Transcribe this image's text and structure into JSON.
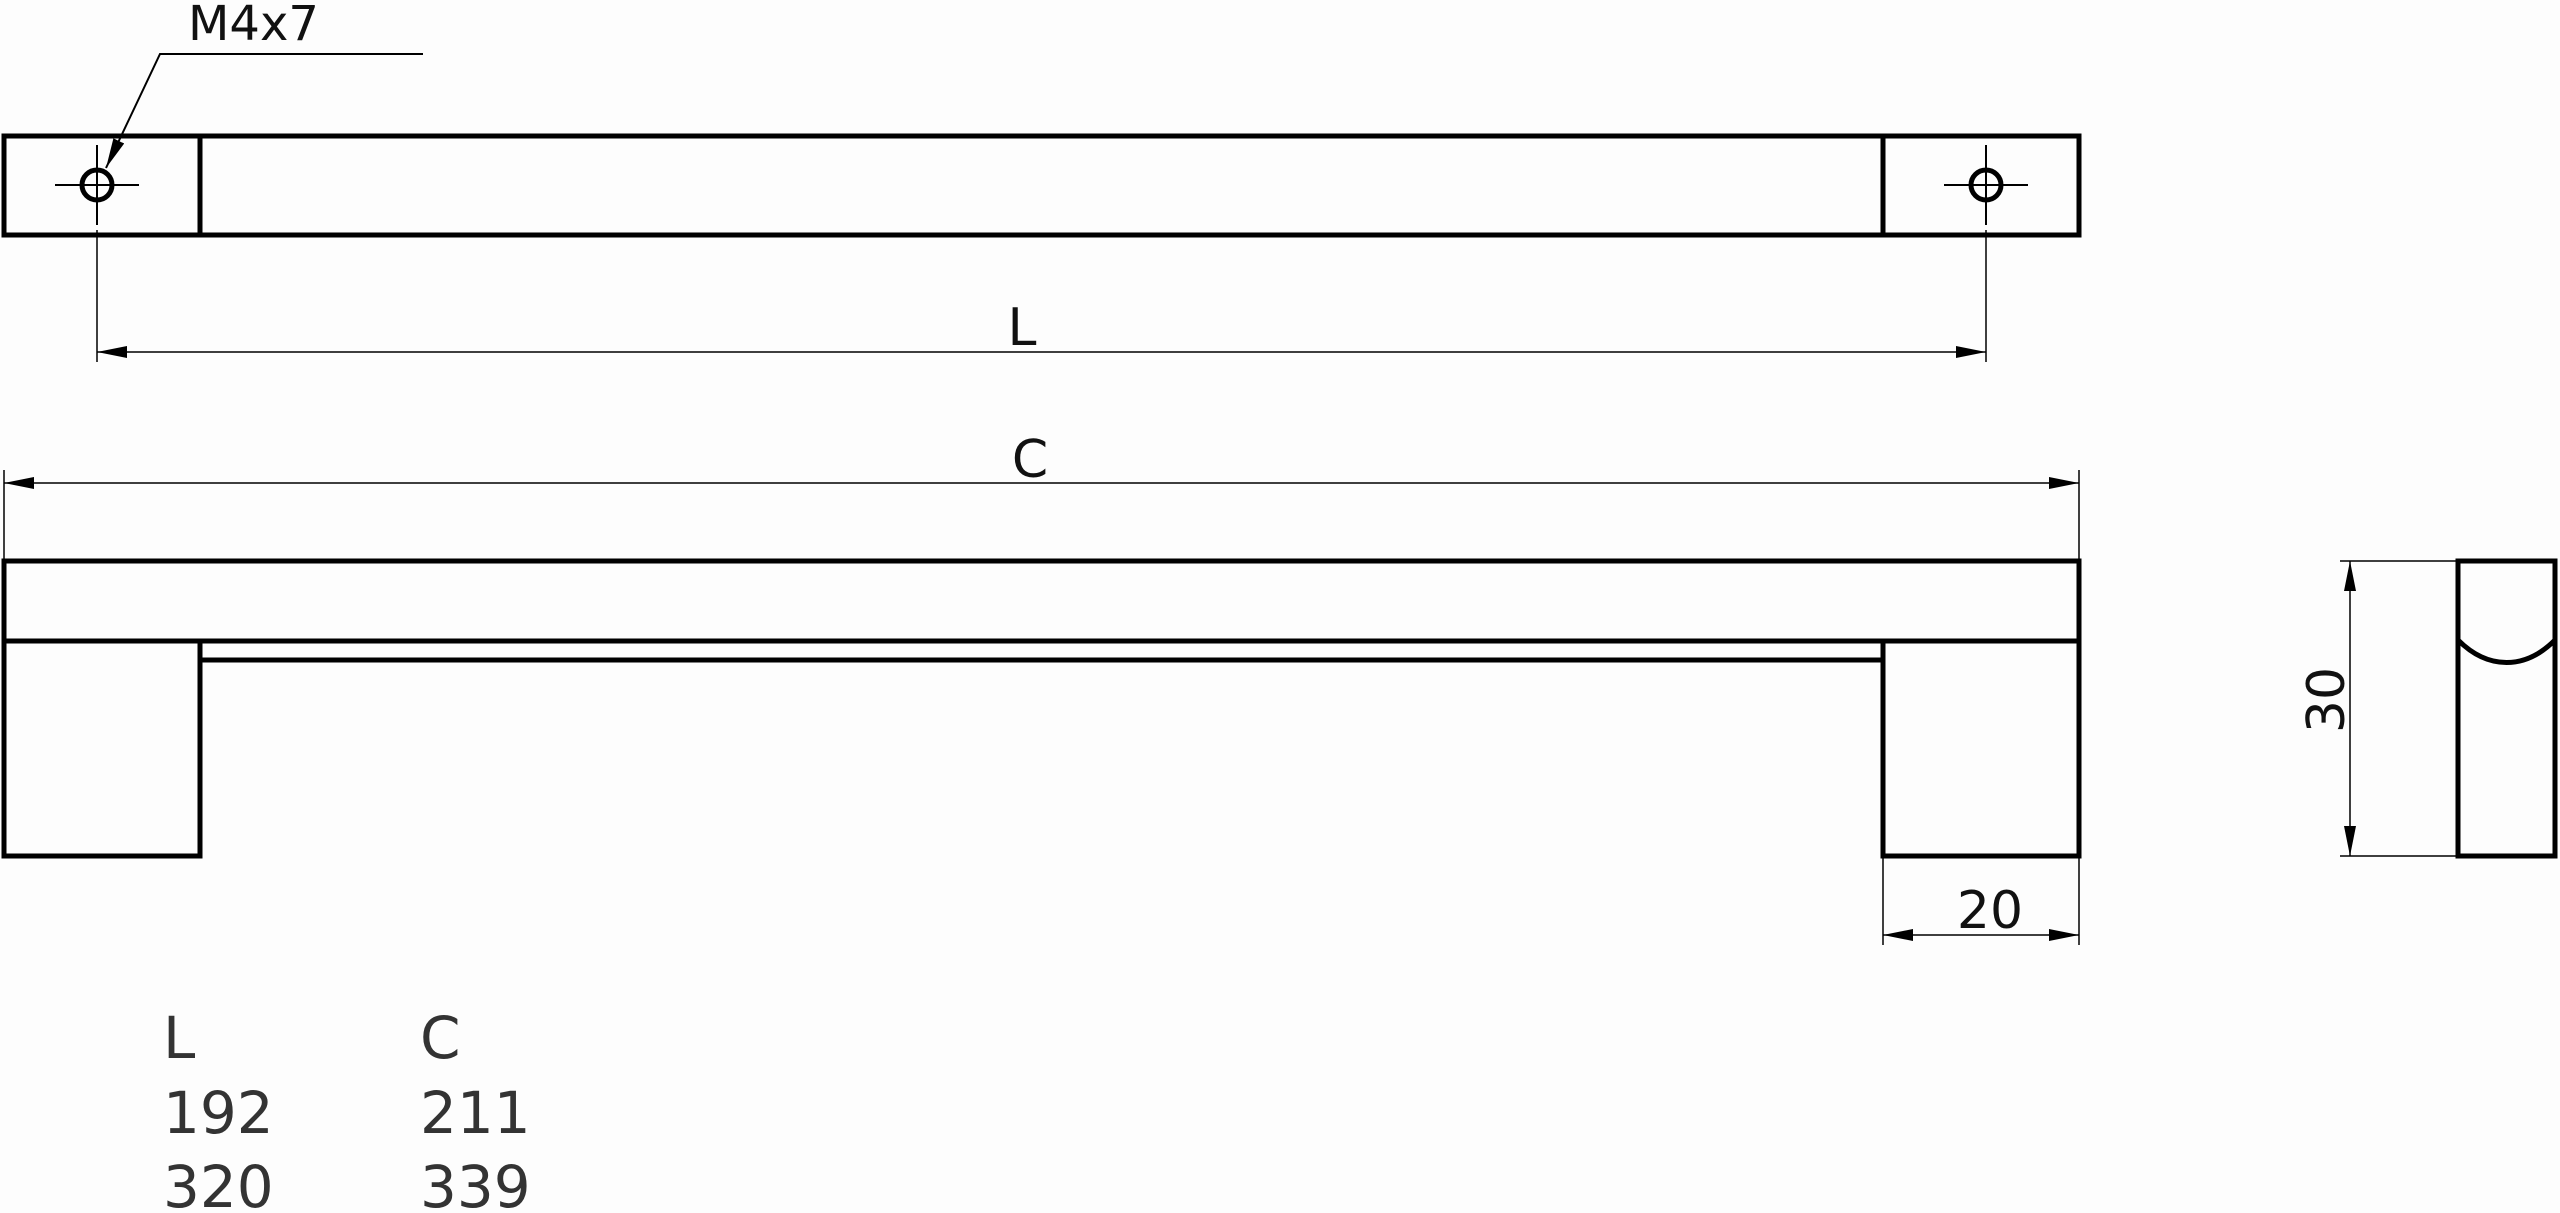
{
  "thread_label": "M4x7",
  "dim_l_label": "L",
  "dim_c_label": "C",
  "dim_width_label": "20",
  "dim_height_label": "30",
  "table": {
    "headers": [
      "L",
      "C"
    ],
    "rows": [
      [
        "192",
        "211"
      ],
      [
        "320",
        "339"
      ]
    ]
  }
}
